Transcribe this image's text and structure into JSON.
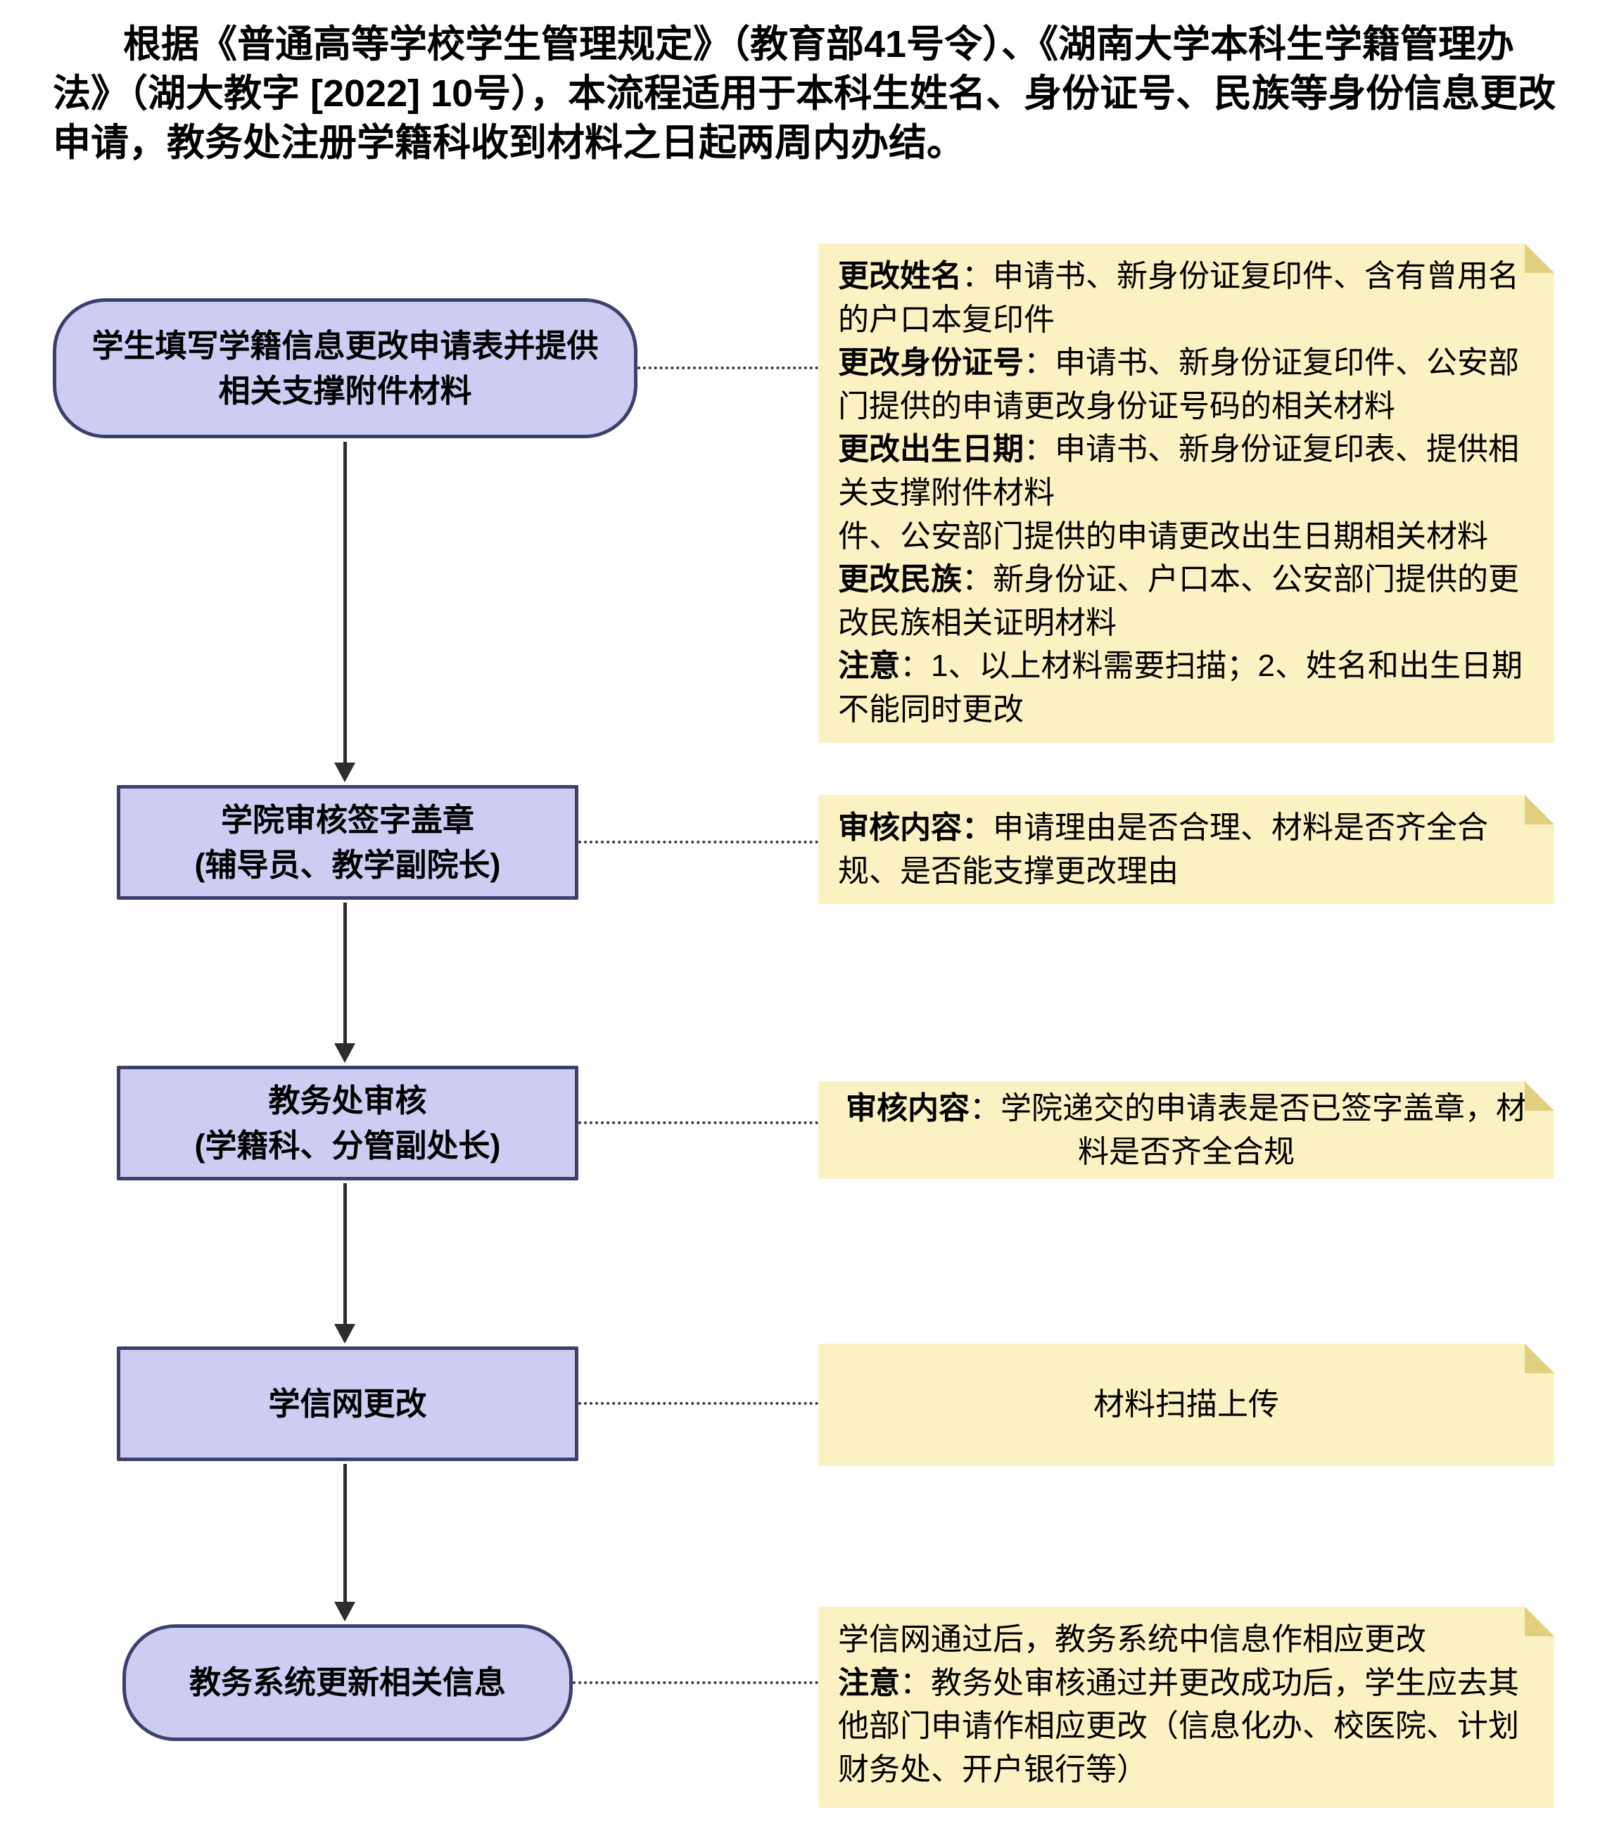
{
  "header": {
    "text": "根据《普通高等学校学生管理规定》（教育部41号令）、《湖南大学本科生学籍管理办法》（湖大教字 [2022] 10号），本流程适用于本科生姓名、身份证号、民族等身份信息更改申请，教务处注册学籍科收到材料之日起两周内办结。"
  },
  "flow": {
    "nodes": [
      {
        "label": "学生填写学籍信息更改申请表并提供相关支撑附件材料"
      },
      {
        "label": "学院审核签字盖章",
        "sublabel": "(辅导员、教学副院长)"
      },
      {
        "label": "教务处审核",
        "sublabel": "(学籍科、分管副处长)"
      },
      {
        "label": "学信网更改"
      },
      {
        "label": "教务系统更新相关信息"
      }
    ]
  },
  "notes": [
    {
      "entries": [
        {
          "label": "更改姓名",
          "text": "：申请书、新身份证复印件、含有曾用名的户口本复印件"
        },
        {
          "label": "更改身份证号",
          "text": "：申请书、新身份证复印件、公安部门提供的申请更改身份证号码的相关材料"
        },
        {
          "label": "更改出生日期",
          "text": "：申请书、新身份证复印表、提供相关支撑附件材料"
        },
        {
          "label": "",
          "text": "件、公安部门提供的申请更改出生日期相关材料"
        },
        {
          "label": "更改民族",
          "text": "：新身份证、户口本、公安部门提供的更改民族相关证明材料"
        },
        {
          "label": "注意",
          "text": "：1、以上材料需要扫描；2、姓名和出生日期不能同时更改"
        }
      ]
    },
    {
      "entries": [
        {
          "label": "审核内容：",
          "text": "申请理由是否合理、材料是否齐全合规、是否能支撑更改理由"
        }
      ]
    },
    {
      "entries": [
        {
          "label": "审核内容",
          "text": "：学院递交的申请表是否已签字盖章，材料是否齐全合规"
        }
      ]
    },
    {
      "entries": [
        {
          "label": "",
          "text": "材料扫描上传"
        }
      ]
    },
    {
      "entries": [
        {
          "label": "",
          "text": "学信网通过后，教务系统中信息作相应更改"
        },
        {
          "label": "注意",
          "text": "：教务处审核通过并更改成功后，学生应去其他部门申请作相应更改（信息化办、校医院、计划财务处、开户银行等）"
        }
      ]
    }
  ],
  "colors": {
    "node_fill": "#cdcdf3",
    "node_border": "#3f3f6e",
    "note_fill": "#fbf2c3",
    "note_fold": "#e3d07e",
    "line": "#2d2d2d",
    "text": "#000000"
  }
}
